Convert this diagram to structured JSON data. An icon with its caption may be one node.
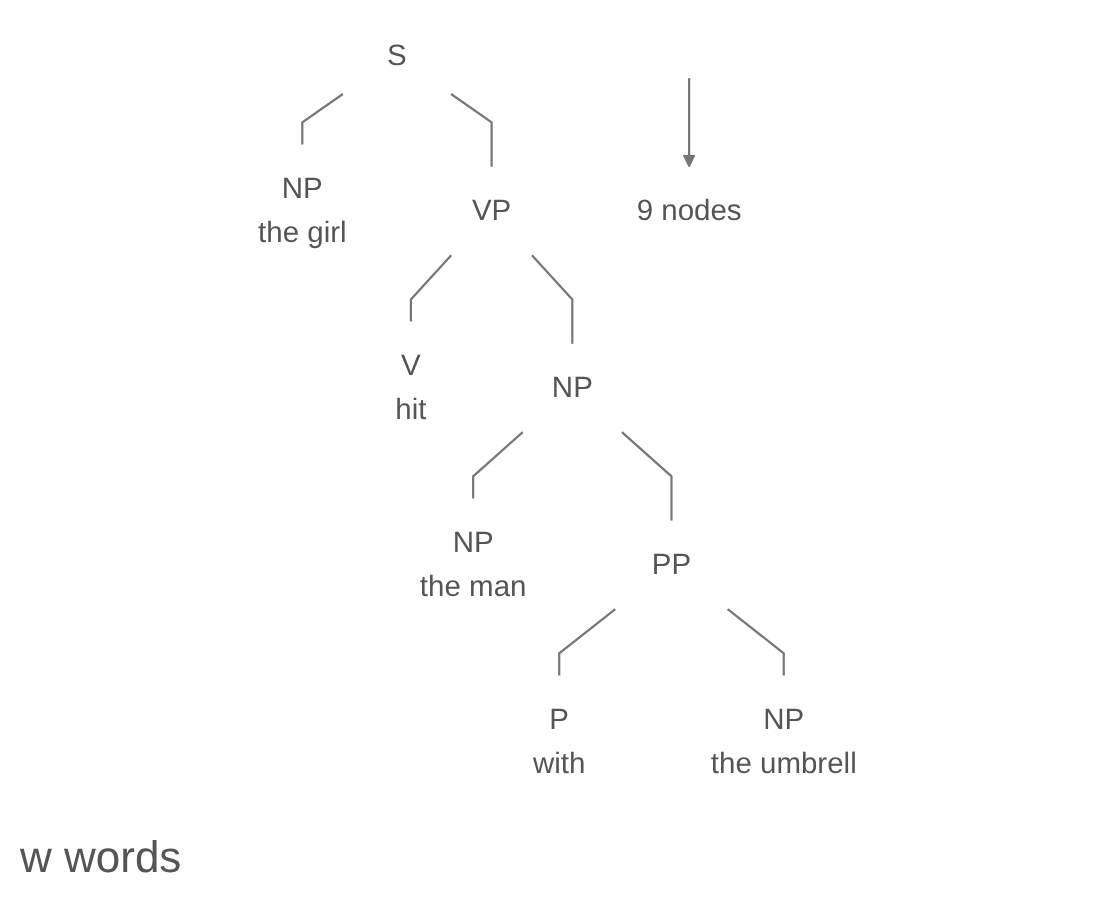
{
  "diagram": {
    "nodes": [
      {
        "text": [
          "S"
        ]
      },
      {
        "text": [
          "NP",
          "the girl"
        ]
      },
      {
        "text": [
          "VP"
        ]
      },
      {
        "text": [
          "V",
          "hit"
        ]
      },
      {
        "text": [
          "NP"
        ]
      },
      {
        "text": [
          "NP",
          "the man"
        ]
      },
      {
        "text": [
          "PP"
        ]
      },
      {
        "text": [
          "P",
          "with"
        ]
      },
      {
        "text": [
          "NP",
          "the umbrell"
        ]
      },
      {
        "text": [
          "9 nodes"
        ]
      }
    ],
    "edges": [
      {
        "from": 0,
        "to": 1,
        "arrow": "none"
      },
      {
        "from": 0,
        "to": 2,
        "arrow": "none"
      },
      {
        "from": 2,
        "to": 3,
        "arrow": "none"
      },
      {
        "from": 2,
        "to": 4,
        "arrow": "none"
      },
      {
        "from": 4,
        "to": 5,
        "arrow": "none"
      },
      {
        "from": 4,
        "to": 6,
        "arrow": "none"
      },
      {
        "from": 6,
        "to": 7,
        "arrow": "none"
      },
      {
        "from": 6,
        "to": 8,
        "arrow": "none"
      },
      {
        "from": null,
        "to": 9,
        "arrow": "to"
      }
    ],
    "labels": [
      "w words"
    ]
  }
}
